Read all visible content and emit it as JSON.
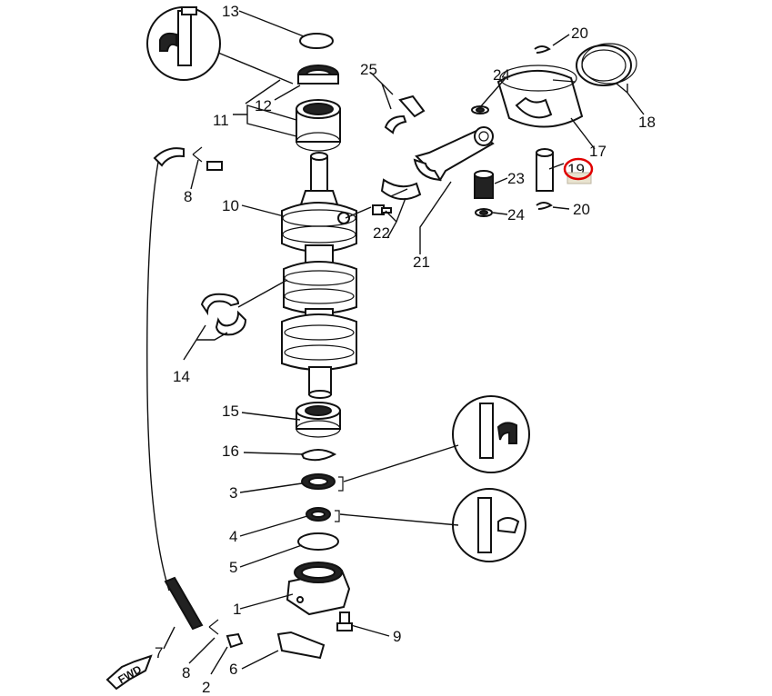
{
  "diagram": {
    "callouts": {
      "c1": "1",
      "c2": "2",
      "c3": "3",
      "c4": "4",
      "c5": "5",
      "c6": "6",
      "c7": "7",
      "c8a": "8",
      "c8b": "8",
      "c9": "9",
      "c10": "10",
      "c11": "11",
      "c12": "12",
      "c13": "13",
      "c14": "14",
      "c15": "15",
      "c16": "16",
      "c17": "17",
      "c18": "18",
      "c19": "19",
      "c20a": "20",
      "c20b": "20",
      "c21": "21",
      "c22": "22",
      "c23": "23",
      "c24a": "24",
      "c24b": "24",
      "c25": "25"
    },
    "highlighted_part": "19",
    "highlight_color": "#e00000",
    "direction_label": "FWD"
  }
}
